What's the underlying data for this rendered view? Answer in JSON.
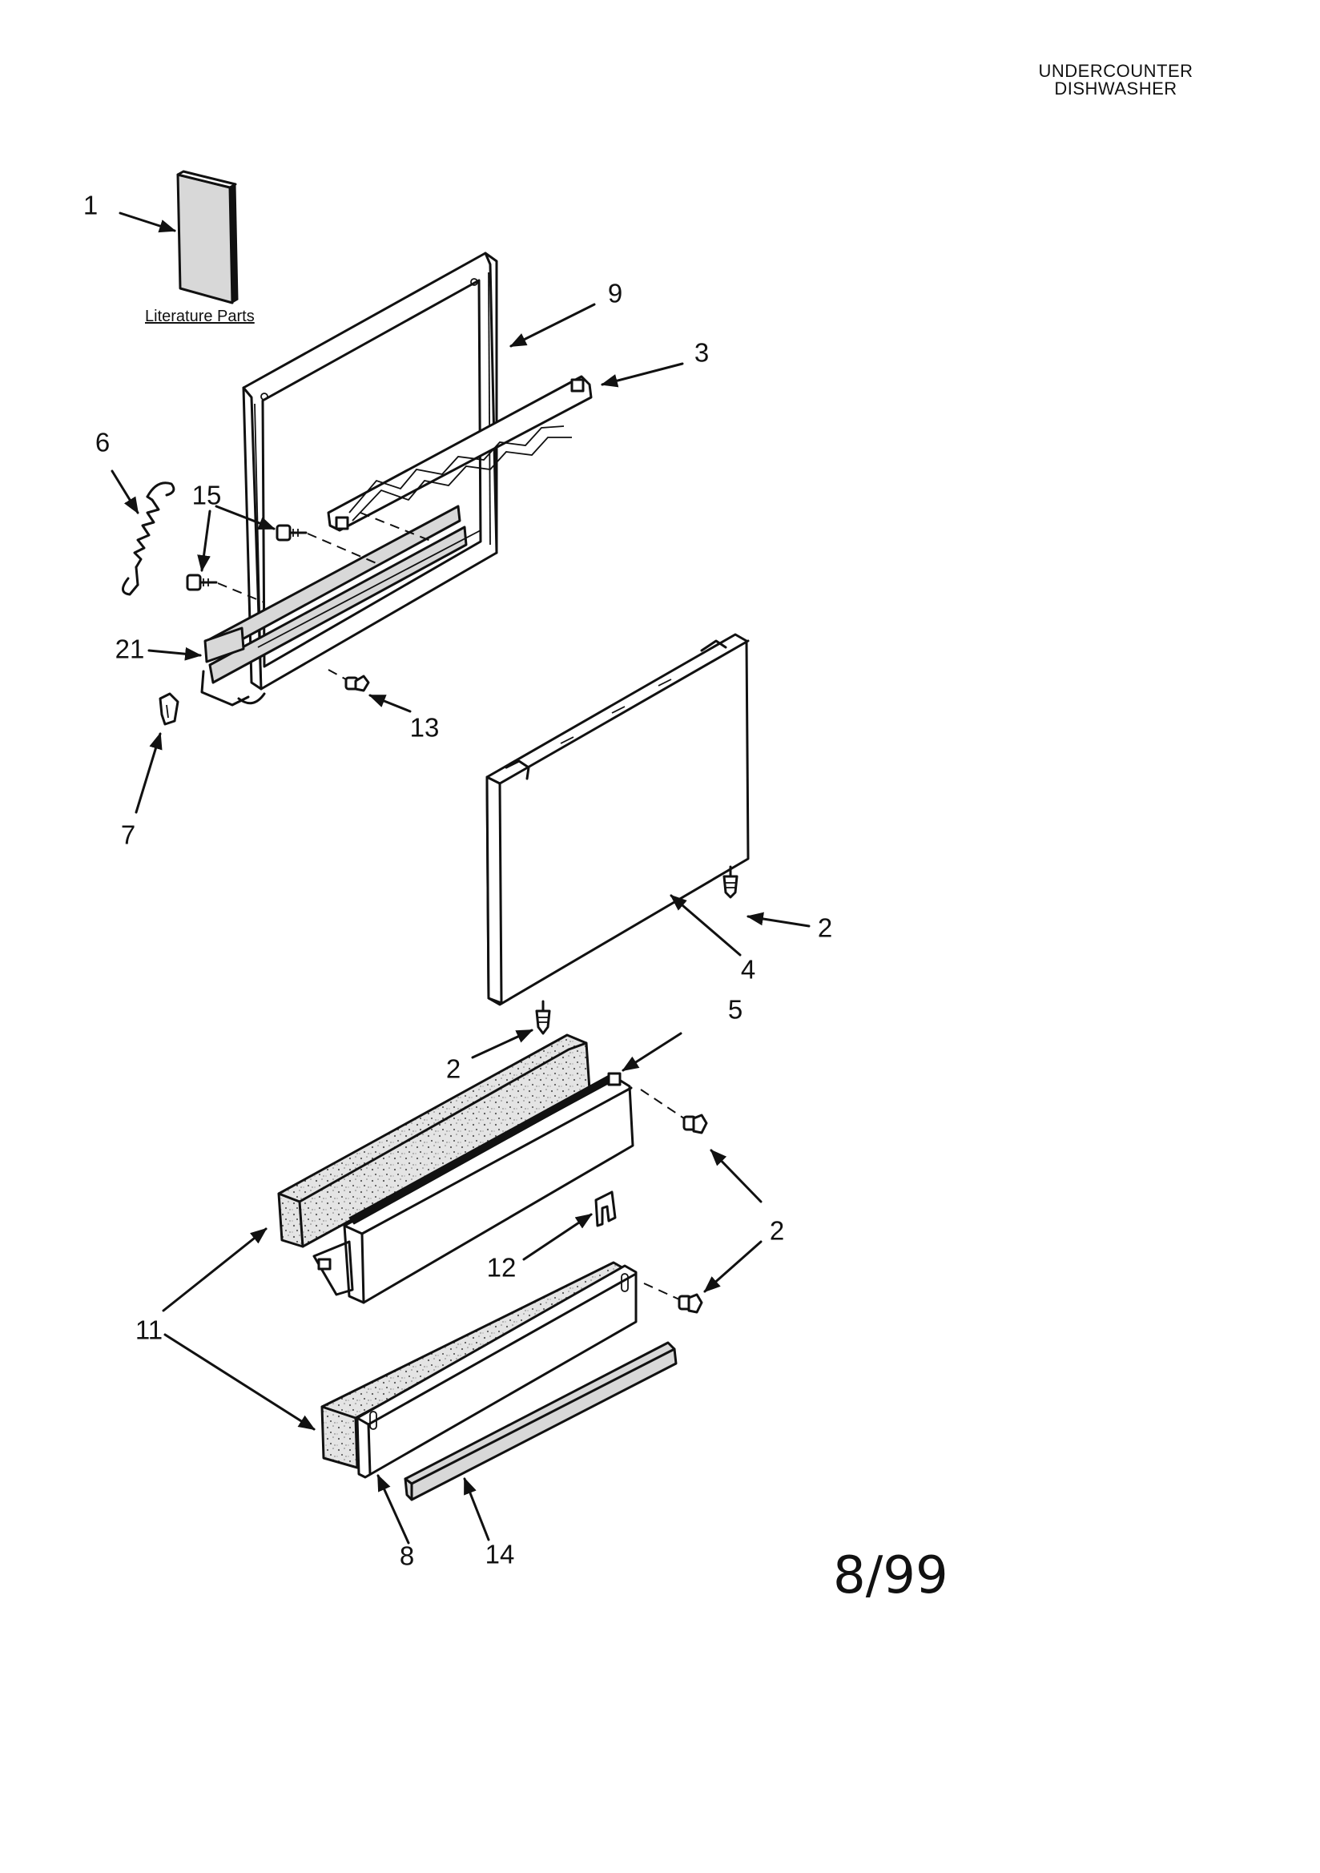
{
  "header": {
    "line1": "UNDERCOUNTER",
    "line2": "DISHWASHER"
  },
  "literature_label": "Literature Parts",
  "date_code": "8/99",
  "callouts": {
    "c1": "1",
    "c9": "9",
    "c3": "3",
    "c6": "6",
    "c15": "15",
    "c21": "21",
    "c13": "13",
    "c7": "7",
    "c2a": "2",
    "c4": "4",
    "c5": "5",
    "c2b": "2",
    "c2c": "2",
    "c12": "12",
    "c11": "11",
    "c8": "8",
    "c14": "14"
  }
}
